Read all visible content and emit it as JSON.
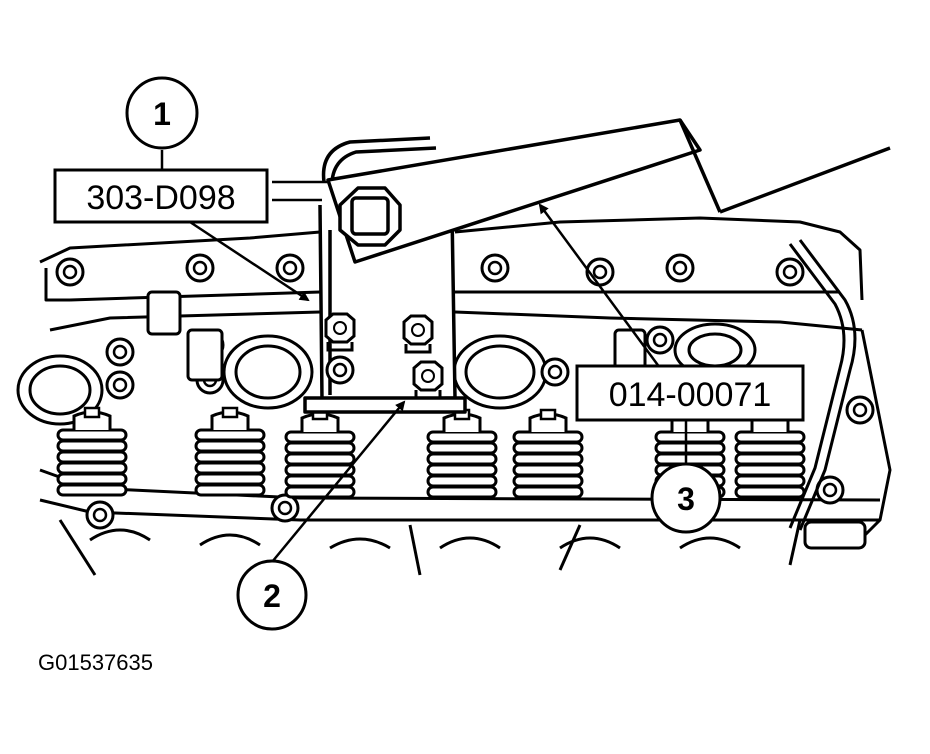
{
  "figure": {
    "id": "G01537635"
  },
  "callouts": [
    {
      "number": "1"
    },
    {
      "number": "2"
    },
    {
      "number": "3"
    }
  ],
  "tool_labels": [
    {
      "text": "303-D098"
    },
    {
      "text": "014-00071"
    }
  ]
}
